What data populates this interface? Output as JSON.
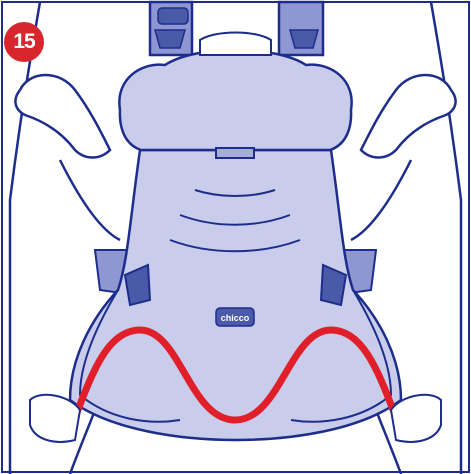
{
  "step": {
    "number": "15"
  },
  "brand": {
    "logo_text": "chicco"
  },
  "colors": {
    "outline": "#1d2d8c",
    "fabric": "#c9cdeb",
    "fabric_dark": "#a7add9",
    "strap": "#8f97d2",
    "clip": "#4a5aa8",
    "badge": "#d7262e",
    "guide_line": "#e11f2b",
    "skin": "#ffffff"
  },
  "illustration": {
    "subject": "baby-carrier-front-view",
    "icons": [
      "carrier-body",
      "carrier-headrest",
      "hands",
      "shoulder-straps",
      "side-buckles",
      "red-guide-curve"
    ]
  }
}
